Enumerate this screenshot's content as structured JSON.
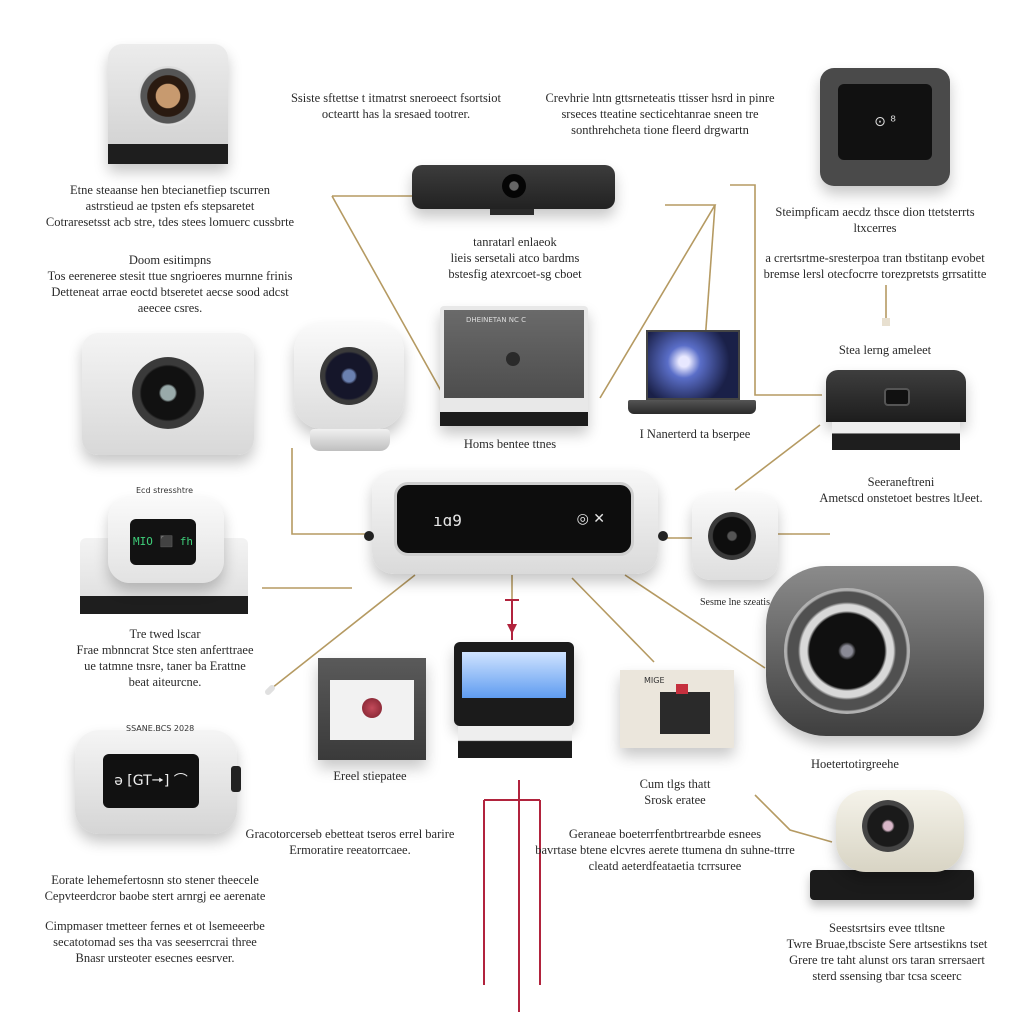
{
  "colors": {
    "connector_gold": "#b59a62",
    "connector_red": "#b1233d",
    "device_dark": "#3a3a3a",
    "device_light": "#ececec",
    "screen_black": "#111111"
  },
  "hub": {
    "display_text": "ıɑ9",
    "display_icon_text": "◎ ✕",
    "caption": "Homs bentee ttnes"
  },
  "captions": {
    "top_center_a": "Ssiste sftettse t itmatrst sneroeect fsortsiot\nocteartt has la sresaed tootrer.",
    "top_center_b": "Crevhrie lntn gttsrneteatis ttisser hsrd in pinre\nsrseces tteatine secticehtanrae sneen tre\nsonthrehcheta tione fleerd drgwartn",
    "left_top": "Etne steaanse hen btecianetfiep tscurren\nastrstieud ae tpsten efs stepsaretet\nCotraresetsst acb stre, tdes stees lomuerc cussbrte",
    "left_mid": "Doom esitimpns\nTos eereneree stesit ttue sngrioeres murnne frinis\nDetteneat arrae eoctd btseretet aecse sood adcst\naeecee csres.",
    "webcam_bar": "tanratarl enlaeok\nlieis sersetali atco bardms\nbstesfig atexrcoet-sg cboet",
    "right_top": "Steimpficam aecdz thsce dion ttetsterrts\nltxcerres",
    "right_mid": "a crertsrtme-sresterpoa tran tbstitanp evobet\nbremse lersl otecfocrre torezpretsts grrsatitte",
    "soundbar": "Stea lerng ameleet",
    "laptop": "I Nanerterd ta bserpee",
    "right_cam": "Seeraneftreni\nAmetscd onstetoet bestres ltJeet.",
    "small_cam": "Sesme lne szeatis",
    "left_lower": "Tre twed lscar\nFrae mbnncrat Stce sten anferttraee\nue tatmne tnsre, taner ba Erattne\nbeat aiteurcne.",
    "panel_a": "Ereel stiepatee",
    "panel_b": "Cum tlgs thatt\nSrosk eratee",
    "right_bottom": "Hoetertotirgreehe",
    "mid_a": "Gracotorcerseb ebetteat tseros errel barire\nErmoratire reeatorrcaee.",
    "mid_b": "Geraneae boeterrfentbrtrearbde esnees\nbavrtase btene elcvres aerete ttumena dn suhne-ttrre\ncleatd aeterdfeataetia tcrrsuree",
    "bottom_left_a": "Eorate lehemefertosnn sto stener theecele\nCepvteerdcror baobe stert arnrgj ee aerenate",
    "bottom_left_b": "Cimpmaser tmetteer fernes et ot lsemeeerbe\nsecatotomad ses tha vas seeserrcrai three\nBnasr ursteoter esecnes eesrver.",
    "bottom_right": "Seestsrtsirs evee ttltsne\nTwre Bruae,tbsciste Sere artsestikns tset\nGrere tre taht alunst ors taran srrersaert\nsterd ssensing tbar tcsa sceerc",
    "cam_screen_text": "ə [GT🠖] ⌒",
    "cam_small_label": "SSANE.BCS 2028",
    "speaker_label": "Ecd stresshtre",
    "speaker_screen": "MIO ⬛ fh",
    "monitor_label": "DHEINETAN NC C",
    "panel_c_label": "MIGE"
  }
}
